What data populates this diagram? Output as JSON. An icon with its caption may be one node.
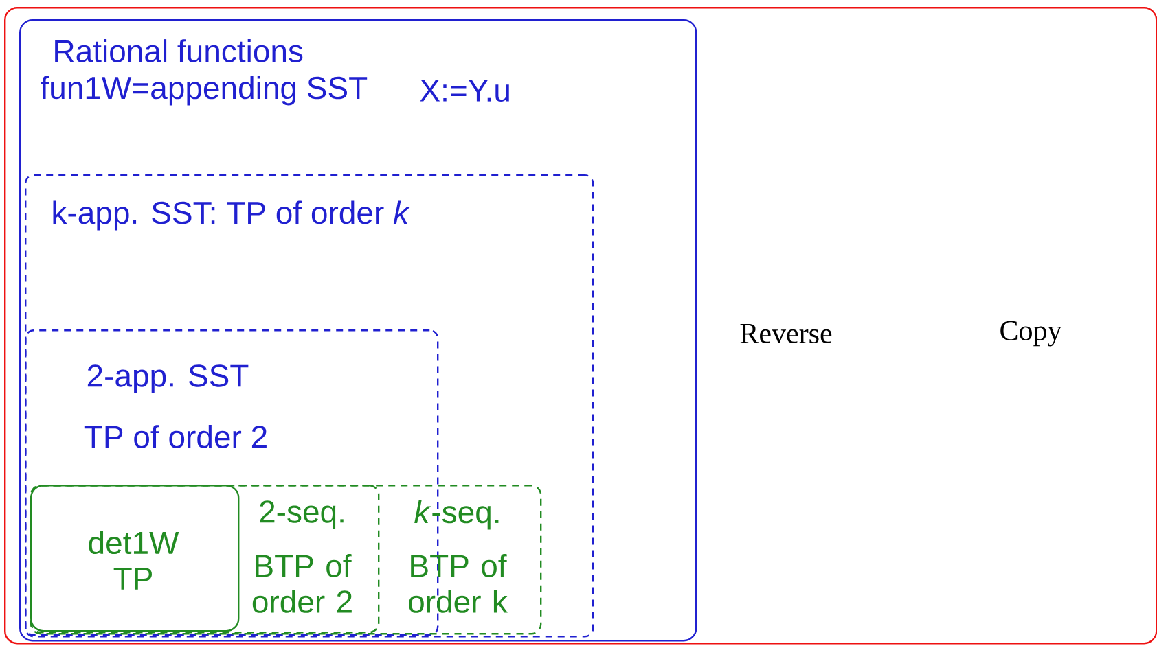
{
  "diagram": {
    "nodes": [
      {
        "text": [],
        "shape": "box"
      },
      {
        "text": [
          "Rational functions",
          "fun1W=appending SST",
          "X:=Y.u"
        ],
        "in": 0
      },
      {
        "text": [
          "k-app. SST: TP of order *k*"
        ],
        "in": 1
      },
      {
        "text": [
          "2-app. SST",
          "TP of order 2"
        ],
        "in": 2
      },
      {
        "text": [
          "*k*-seq.",
          "BTP of order k"
        ],
        "in": 2
      },
      {
        "text": [
          "2-seq.",
          "BTP of order 2"
        ]
      },
      {
        "text": [
          "det1W TP"
        ],
        "in": 5
      }
    ],
    "labels": [
      "Reverse",
      "Copy"
    ]
  }
}
